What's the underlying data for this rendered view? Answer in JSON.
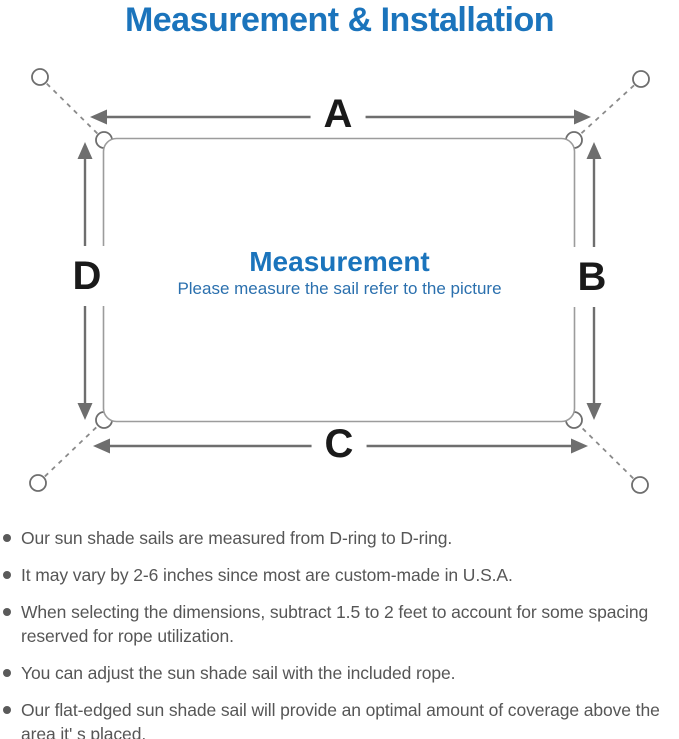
{
  "title": "Measurement & Installation",
  "diagram": {
    "heading": "Measurement",
    "subheading": "Please measure the sail refer to the picture",
    "labels": {
      "top": "A",
      "right": "B",
      "bottom": "C",
      "left": "D"
    }
  },
  "notes": [
    "Our sun shade sails are measured from D-ring to D-ring.",
    "It may vary by 2-6 inches since most are custom-made in U.S.A.",
    "When selecting the dimensions, subtract 1.5 to 2 feet to account for some spacing reserved for rope utilization.",
    "You can adjust the sun shade sail with the included rope.",
    "Our flat-edged sun shade sail will provide an optimal amount of coverage above the area it' s placed."
  ],
  "colors": {
    "accent_blue": "#1B74BC",
    "subheading_blue": "#2B70AE",
    "line_gray": "#6E6E6E",
    "border_gray": "#9C9C9C",
    "note_text_gray": "#565656",
    "label_black": "#1A1A1A"
  }
}
